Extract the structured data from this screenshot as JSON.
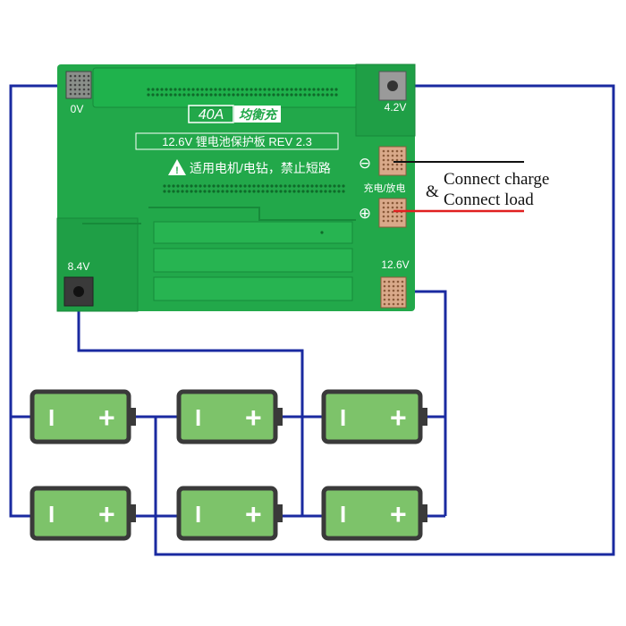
{
  "board": {
    "current_badge": "40A",
    "balance_badge": "均衡充",
    "title": "12.6V 锂电池保护板 REV 2.3",
    "warning": "适用电机/电钻，禁止短路",
    "pad_0v": "0V",
    "pad_42v": "4.2V",
    "pad_84v": "8.4V",
    "pad_126v": "12.6V",
    "charge_discharge": "充电/放电",
    "minus_symbol": "⊖",
    "plus_symbol": "⊕"
  },
  "labels": {
    "connect_charge": "Connect charge",
    "ampersand": "&",
    "connect_load": "Connect load"
  },
  "batteries": [
    {
      "minus": "I",
      "plus": "+"
    },
    {
      "minus": "I",
      "plus": "+"
    },
    {
      "minus": "I",
      "plus": "+"
    },
    {
      "minus": "I",
      "plus": "+"
    },
    {
      "minus": "I",
      "plus": "+"
    },
    {
      "minus": "I",
      "plus": "+"
    }
  ],
  "colors": {
    "pcb": "#22a84a",
    "pcb_dark": "#1a8a3a",
    "wire": "#1a2aa0",
    "battery_body": "#7dc36a",
    "battery_outline": "#3a3a3a",
    "charge_wire": "#111111",
    "load_wire": "#e02020"
  }
}
